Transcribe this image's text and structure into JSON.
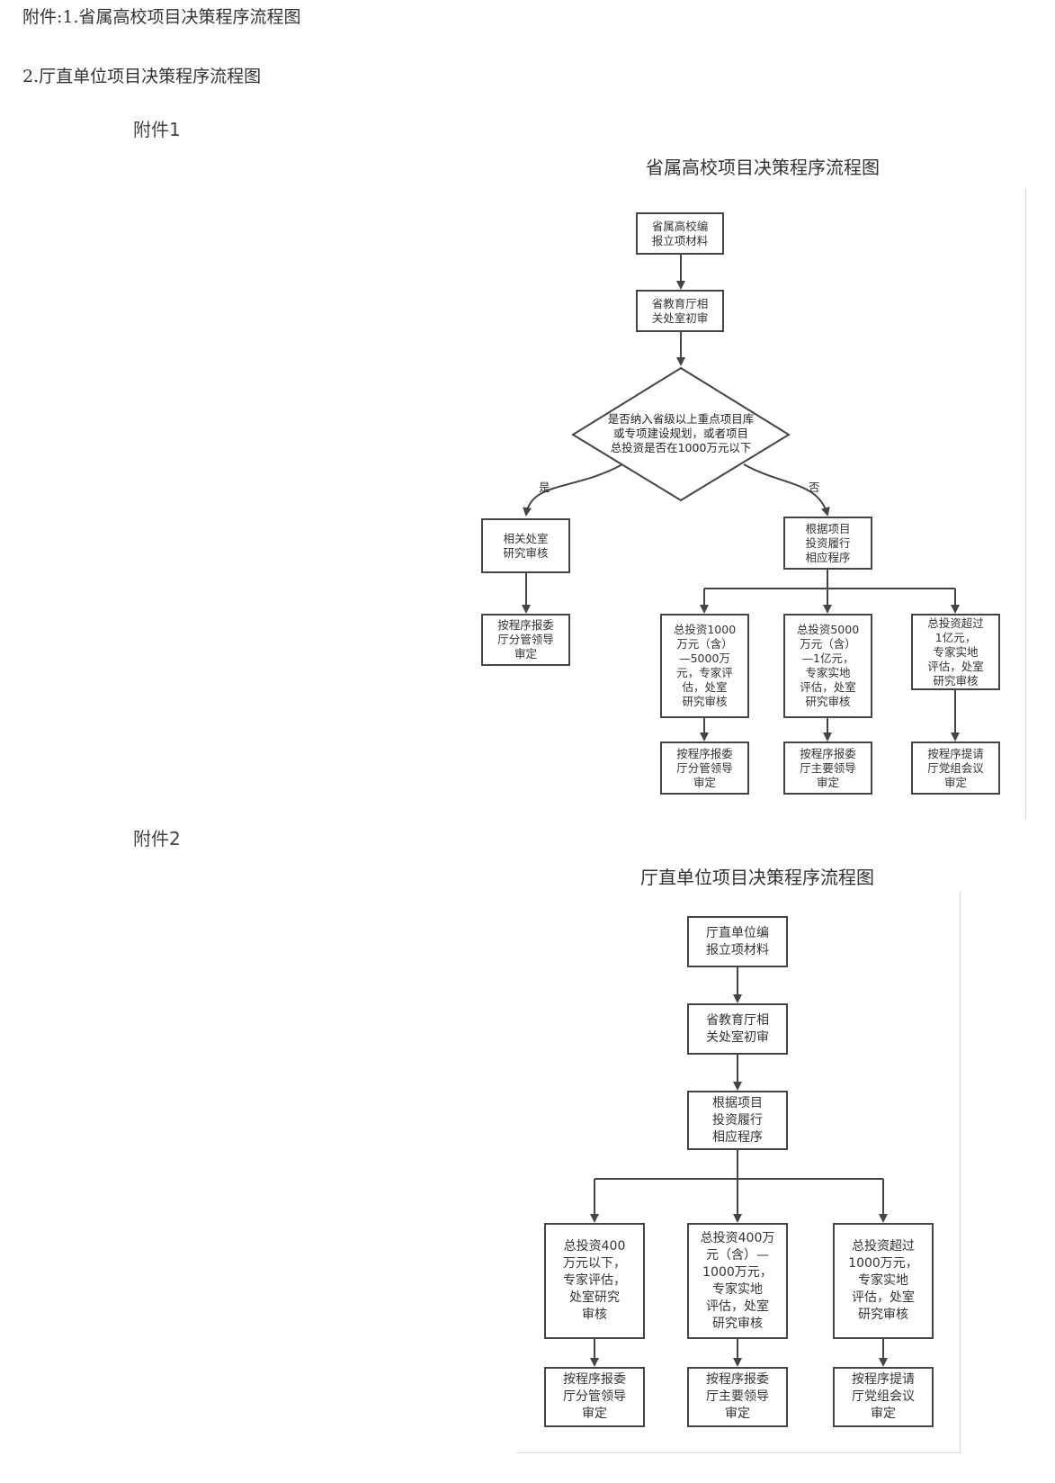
{
  "intro": {
    "line1": "附件:1.省属高校项目决策程序流程图",
    "line2": "2.厅直单位项目决策程序流程图"
  },
  "annex1": {
    "label": "附件1",
    "title": "省属高校项目决策程序流程图",
    "start": "省属高校编\n报立项材料",
    "review": "省教育厅相\n关处室初审",
    "decision": "是否纳入省级以上重点项目库\n或专项建设规划，或者项目\n总投资是否在1000万元以下",
    "yes_label": "是",
    "no_label": "否",
    "yes_node": "相关处室\n研究审核",
    "yes_final": "按程序报委\n厅分管领导\n审定",
    "no_node": "根据项目\n投资履行\n相应程序",
    "branches": [
      {
        "condition": "总投资1000\n万元（含）\n—5000万\n元，专家评\n估，处室\n研究审核",
        "final": "按程序报委\n厅分管领导\n审定"
      },
      {
        "condition": "总投资5000\n万元（含）\n—1亿元，\n专家实地\n评估，处室\n研究审核",
        "final": "按程序报委\n厅主要领导\n审定"
      },
      {
        "condition": "总投资超过\n1亿元，\n专家实地\n评估，处室\n研究审核",
        "final": "按程序提请\n厅党组会议\n审定"
      }
    ]
  },
  "annex2": {
    "label": "附件2",
    "title": "厅直单位项目决策程序流程图",
    "start": "厅直单位编\n报立项材料",
    "review": "省教育厅相\n关处室初审",
    "procedure": "根据项目\n投资履行\n相应程序",
    "branches": [
      {
        "condition": "总投资400\n万元以下，\n专家评估，\n处室研究\n审核",
        "final": "按程序报委\n厅分管领导\n审定"
      },
      {
        "condition": "总投资400万\n元（含）—\n1000万元，\n专家实地\n评估，处室\n研究审核",
        "final": "按程序报委\n厅主要领导\n审定"
      },
      {
        "condition": "总投资超过\n1000万元，\n专家实地\n评估，处室\n研究审核",
        "final": "按程序提请\n厅党组会议\n审定"
      }
    ]
  },
  "colors": {
    "stroke": "#444444",
    "text": "#333333",
    "panel_edge": "#d8d8d8"
  }
}
